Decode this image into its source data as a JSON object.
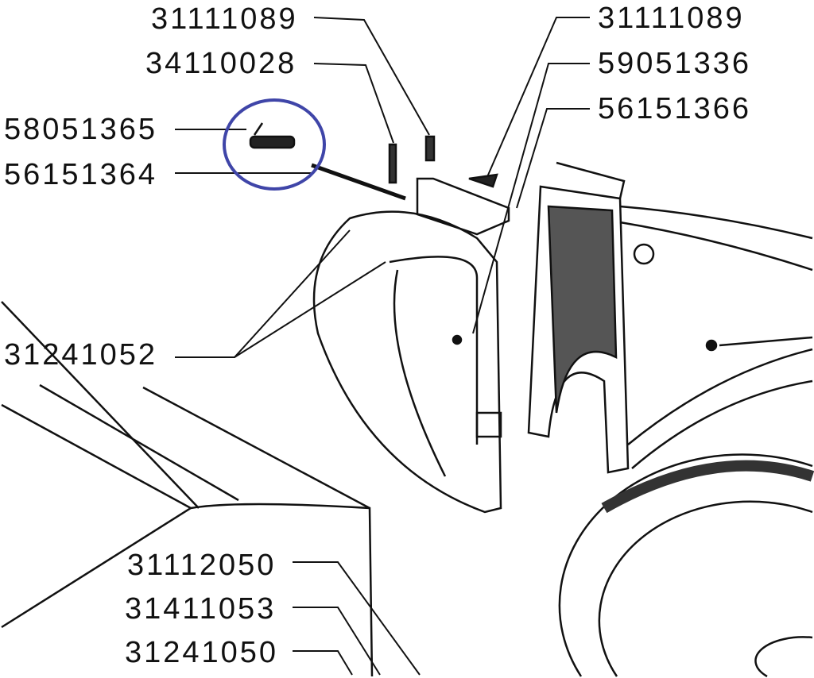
{
  "diagram": {
    "part_labels": [
      {
        "id": "top-left-1",
        "text": "31111089"
      },
      {
        "id": "top-left-2",
        "text": "34110028"
      },
      {
        "id": "left-1",
        "text": "58051365"
      },
      {
        "id": "left-2",
        "text": "56151364"
      },
      {
        "id": "left-3",
        "text": "31241052"
      },
      {
        "id": "top-right-1",
        "text": "31111089"
      },
      {
        "id": "top-right-2",
        "text": "59051336"
      },
      {
        "id": "top-right-3",
        "text": "56151366"
      },
      {
        "id": "bottom-1",
        "text": "31112050"
      },
      {
        "id": "bottom-2",
        "text": "31411053"
      },
      {
        "id": "bottom-3",
        "text": "31241050"
      }
    ],
    "highlight": {
      "target": "58051365",
      "color": "#3f45a8"
    }
  }
}
